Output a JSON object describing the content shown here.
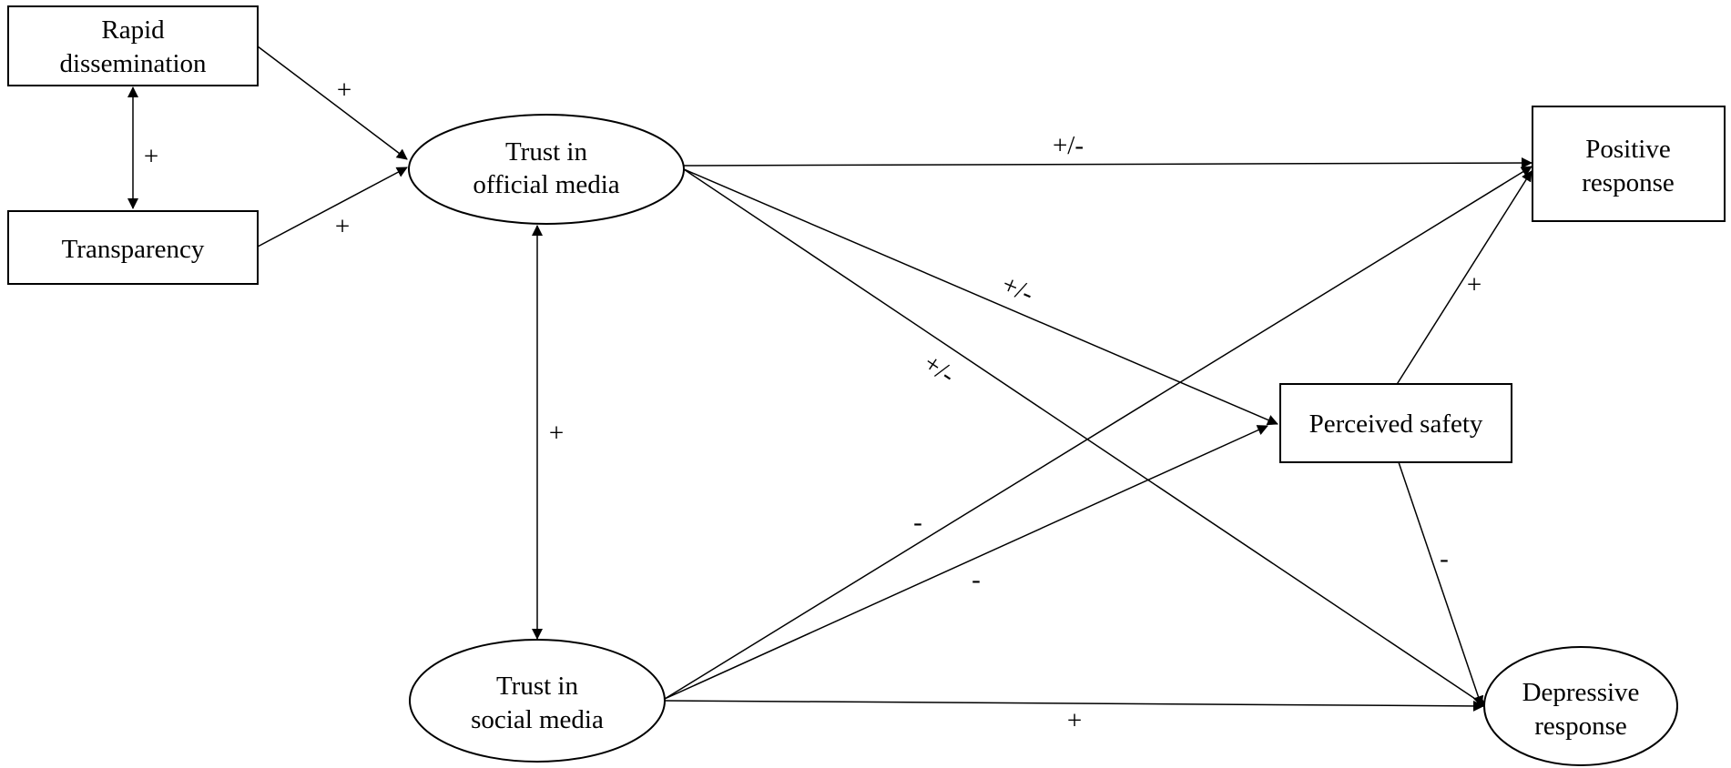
{
  "nodes": {
    "rapid": {
      "lines": [
        "Rapid",
        "dissemination"
      ]
    },
    "transparency": {
      "lines": [
        "Transparency"
      ]
    },
    "official": {
      "lines": [
        "Trust in",
        "official media"
      ]
    },
    "social": {
      "lines": [
        "Trust in",
        "social media"
      ]
    },
    "positive": {
      "lines": [
        "Positive",
        "response"
      ]
    },
    "safety": {
      "lines": [
        "Perceived safety"
      ]
    },
    "depressive": {
      "lines": [
        "Depressive",
        "response"
      ]
    }
  },
  "edges": {
    "rapid_transparency": "+",
    "rapid_official": "+",
    "transparency_official": "+",
    "official_social": "+",
    "official_positive": "+/-",
    "official_safety": "+/-",
    "official_depressive": "+/-",
    "social_positive": "-",
    "social_safety": "-",
    "social_depressive": "+",
    "safety_positive": "+",
    "safety_depressive": "-"
  }
}
